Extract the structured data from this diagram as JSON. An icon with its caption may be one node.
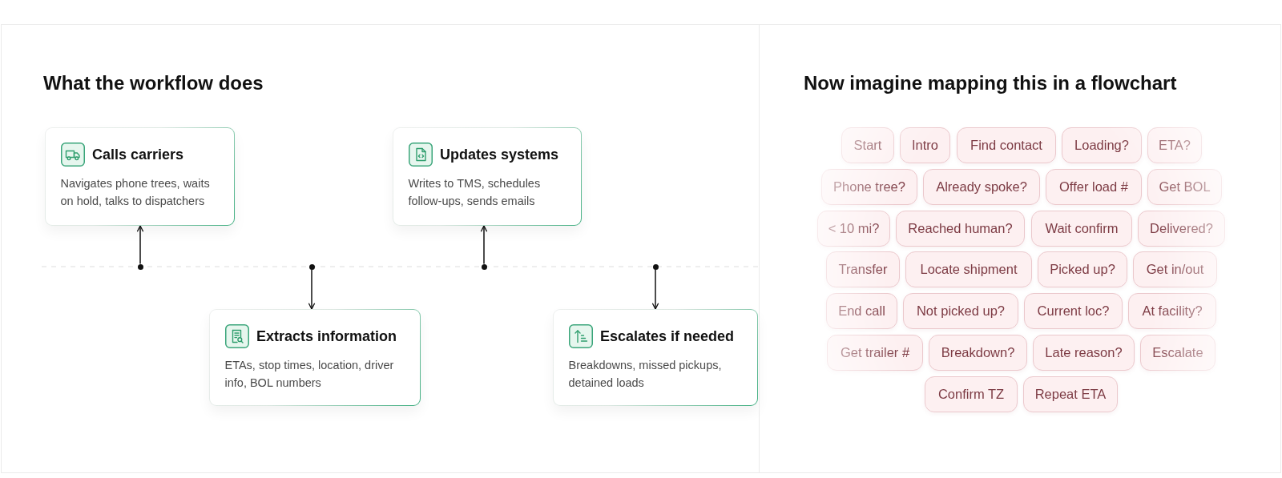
{
  "diagram": {
    "nodes": [
      {
        "text": [
          "What the workflow does"
        ]
      },
      {
        "text": [
          "Calls carriers",
          "Navigates phone trees, waits on hold, talks to dispatchers"
        ],
        "in": 0
      },
      {
        "text": [
          "Updates systems",
          "Writes to TMS, schedules follow-ups, sends emails"
        ],
        "in": 0
      },
      {
        "text": [],
        "shape": "circle",
        "in": 0
      },
      {
        "text": [],
        "shape": "circle",
        "in": 0
      },
      {
        "text": [],
        "shape": "circle",
        "in": 0
      },
      {
        "text": [],
        "shape": "circle",
        "in": 0
      },
      {
        "text": [
          "Extracts information",
          "ETAs, stop times, location, driver info, BOL numbers"
        ],
        "in": 0
      },
      {
        "text": [
          "Escalates if needed",
          "Breakdowns, missed pickups, detained loads"
        ],
        "in": 0
      },
      {
        "text": [
          "Now imagine mapping this in a flowchart"
        ]
      },
      {
        "text": [
          "Start"
        ],
        "in": 9
      },
      {
        "text": [
          "Intro"
        ],
        "in": 9
      },
      {
        "text": [
          "Find contact"
        ],
        "in": 9
      },
      {
        "text": [
          "Loading?"
        ],
        "in": 9
      },
      {
        "text": [
          "ETA?"
        ],
        "in": 9
      },
      {
        "text": [
          "Phone tree?"
        ],
        "in": 9
      },
      {
        "text": [
          "Already spoke?"
        ],
        "in": 9
      },
      {
        "text": [
          "Offer load #"
        ],
        "in": 9
      },
      {
        "text": [
          "Get BOL"
        ],
        "in": 9
      },
      {
        "text": [
          "< 10 mi?"
        ],
        "in": 9
      },
      {
        "text": [
          "Reached human?"
        ],
        "in": 9
      },
      {
        "text": [
          "Wait confirm"
        ],
        "in": 9
      },
      {
        "text": [
          "Delivered?"
        ],
        "in": 9
      },
      {
        "text": [
          "Transfer"
        ],
        "in": 9
      },
      {
        "text": [
          "Locate shipment"
        ],
        "in": 9
      },
      {
        "text": [
          "Picked up?"
        ],
        "in": 9
      },
      {
        "text": [
          "Get in/out"
        ],
        "in": 9
      },
      {
        "text": [
          "End call"
        ],
        "in": 9
      },
      {
        "text": [
          "Not picked up?"
        ],
        "in": 9
      },
      {
        "text": [
          "Current loc?"
        ],
        "in": 9
      },
      {
        "text": [
          "At facility?"
        ],
        "in": 9
      },
      {
        "text": [
          "Get trailer #"
        ],
        "in": 9
      },
      {
        "text": [
          "Breakdown?"
        ],
        "in": 9
      },
      {
        "text": [
          "Late reason?"
        ],
        "in": 9
      },
      {
        "text": [
          "Escalate"
        ],
        "in": 9
      },
      {
        "text": [
          "Confirm TZ"
        ],
        "in": 9
      },
      {
        "text": [
          "Repeat ETA"
        ],
        "in": 9
      }
    ],
    "edges": [
      {
        "from": 3,
        "to": 1,
        "arrow": "to"
      },
      {
        "from": 4,
        "to": 7,
        "arrow": "to"
      },
      {
        "from": 5,
        "to": 2,
        "arrow": "to"
      },
      {
        "from": 6,
        "to": 8,
        "arrow": "to"
      }
    ]
  }
}
